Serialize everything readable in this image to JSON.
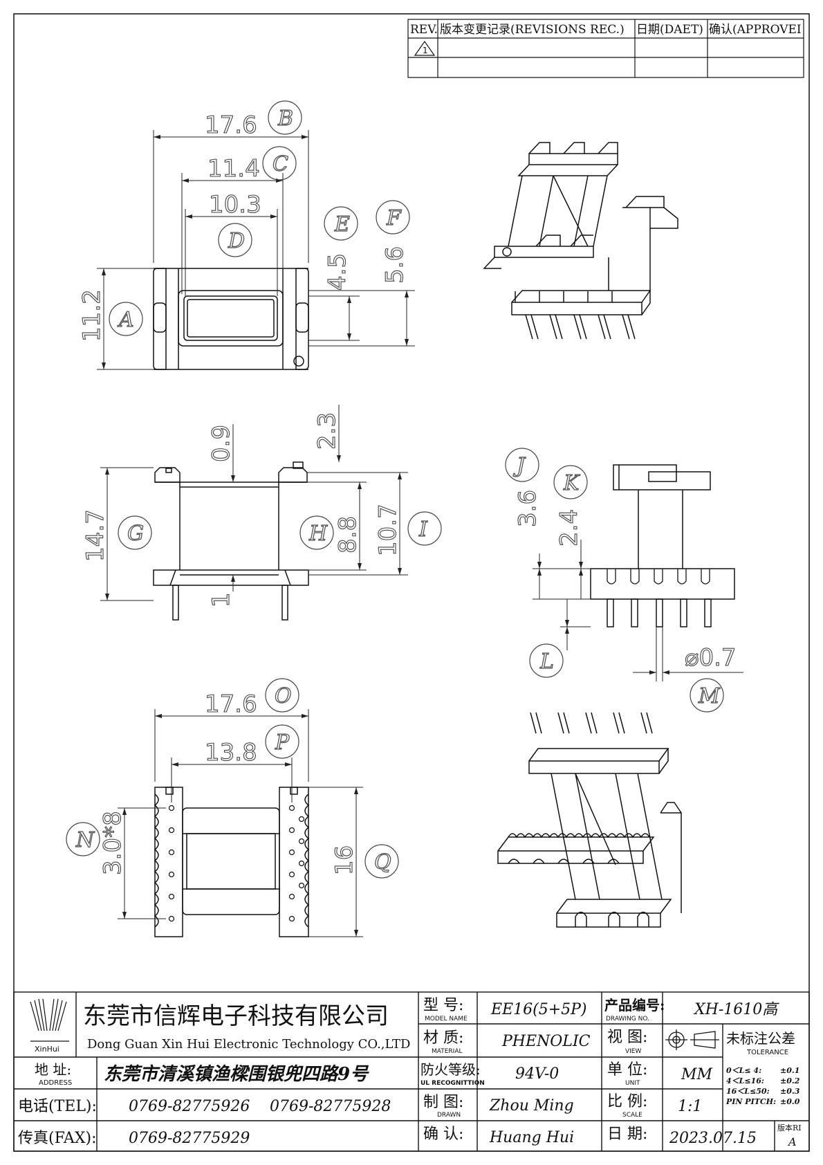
{
  "revision_table": {
    "headers": [
      "REV.",
      "版本变更记录(REVISIONS REC.)",
      "日期(DAET)",
      "确认(APPROVEI"
    ],
    "rev_mark": "1"
  },
  "dimensions": {
    "top_view": {
      "b": "17.6",
      "c": "11.4",
      "d": "10.3",
      "e": "4.5",
      "f": "5.6",
      "a": "11.2"
    },
    "side_view": {
      "n09": "0.9",
      "n23": "2.3",
      "g": "14.7",
      "h": "8.8",
      "i": "10.7",
      "n1": "1"
    },
    "end_view": {
      "j": "3.6",
      "k": "2.4",
      "m": "⌀0.7"
    },
    "bottom_view": {
      "o": "17.6",
      "p": "13.8",
      "n": "3.0*8",
      "q": "16"
    }
  },
  "bubbles": [
    "A",
    "B",
    "C",
    "D",
    "E",
    "F",
    "G",
    "H",
    "I",
    "J",
    "K",
    "L",
    "M",
    "N",
    "O",
    "P",
    "Q"
  ],
  "title_block": {
    "company_cn": "东莞市信辉电子科技有限公司",
    "company_en": "Dong Guan Xin Hui Electronic Technology CO.,LTD",
    "logo_caption": "XinHui",
    "address_label": "地  址:",
    "address_label_en": "ADDRESS",
    "address": "东莞市清溪镇渔樑围银兜四路9号",
    "tel_label": "电话(TEL):",
    "tel1": "0769-82775926",
    "tel2": "0769-82775928",
    "fax_label": "传真(FAX):",
    "fax": "0769-82775929",
    "model_label": "型  号:",
    "model_label_en": "MODEL NAME",
    "model": "EE16(5+5P)",
    "material_label": "材  质:",
    "material_label_en": "MATERIAL",
    "material": "PHENOLIC",
    "fire_label": "防火等级:",
    "fire_label_en": "UL RECOGNITTION",
    "fire": "94V-0",
    "drawn_label": "制  图:",
    "drawn_label_en": "DRAWN",
    "drawn": "Zhou Ming",
    "check_label": "确  认:",
    "check": "Huang Hui",
    "drawing_no_label": "产品编号:",
    "drawing_no_label_en": "DRAWING NO.",
    "drawing_no": "XH-1610高",
    "view_label": "视  图:",
    "view_label_en": "VIEW",
    "unit_label": "单  位:",
    "unit_label_en": "UNIT",
    "unit": "MM",
    "scale_label": "比  例:",
    "scale_label_en": "SCALE",
    "scale": "1:1",
    "date_label": "日  期:",
    "date": "2023.07.15",
    "tolerance_title": "未标注公差",
    "tolerance_en": "TOLERANCE",
    "tolerances": [
      {
        "range": "0＜L≤ 4:",
        "value": "±0.1"
      },
      {
        "range": "4＜L≤16:",
        "value": "±0.2"
      },
      {
        "range": "16＜L≤50:",
        "value": "±0.3"
      },
      {
        "range": "PIN PITCH:",
        "value": "±0.0"
      }
    ],
    "version_label": "版本RI",
    "version": "A"
  }
}
